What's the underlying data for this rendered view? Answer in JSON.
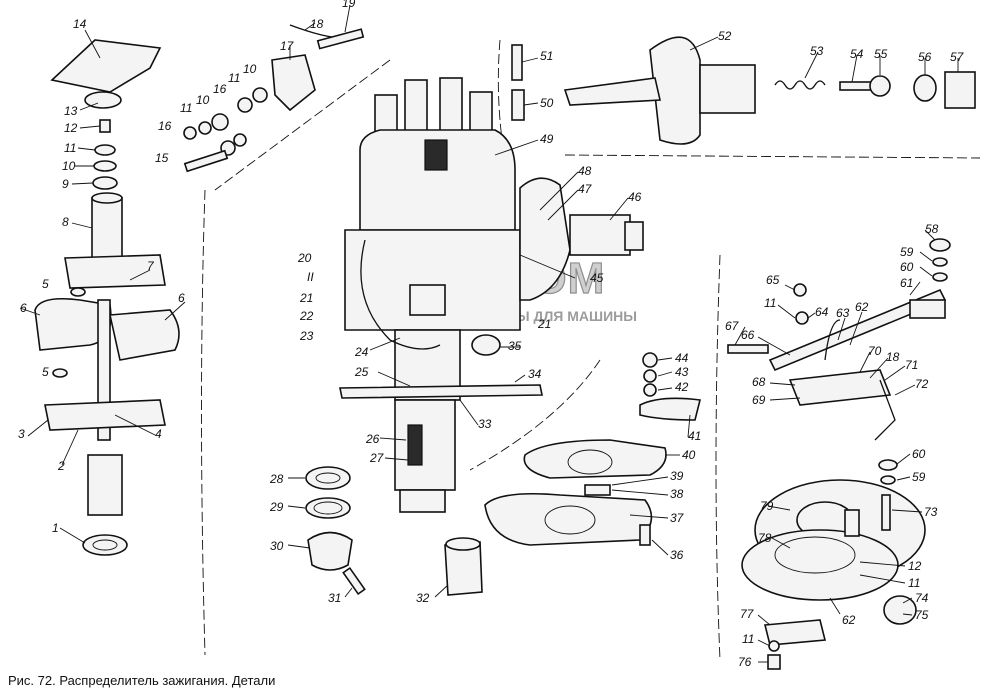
{
  "caption": "Рис. 72. Распределитель зажигания. Детали",
  "watermark": {
    "brand": "ОВИТКОМ",
    "tagline": "МАГАЗИНЫ ДЛЯ МАШИНЫ"
  },
  "part_numbers": [
    "14",
    "13",
    "12",
    "11",
    "10",
    "9",
    "8",
    "7",
    "6",
    "6",
    "5",
    "5",
    "3",
    "2",
    "4",
    "1",
    "19",
    "18",
    "17",
    "16",
    "11",
    "10",
    "11",
    "10",
    "16",
    "15",
    "51",
    "50",
    "49",
    "52",
    "53",
    "54",
    "55",
    "56",
    "57",
    "48",
    "47",
    "46",
    "45",
    "20",
    "21",
    "22",
    "23",
    "24",
    "25",
    "26",
    "27",
    "28",
    "29",
    "30",
    "31",
    "32",
    "33",
    "34",
    "35",
    "36",
    "37",
    "38",
    "39",
    "40",
    "41",
    "42",
    "43",
    "44",
    "58",
    "59",
    "60",
    "61",
    "62",
    "63",
    "64",
    "65",
    "11",
    "66",
    "67",
    "68",
    "69",
    "70",
    "18",
    "71",
    "72",
    "60",
    "59",
    "73",
    "79",
    "78",
    "12",
    "11",
    "74",
    "75",
    "62",
    "77",
    "11",
    "76",
    "21",
    "II"
  ],
  "colors": {
    "line": "#111111",
    "watermark": "#9c9c9c",
    "background": "#ffffff"
  }
}
